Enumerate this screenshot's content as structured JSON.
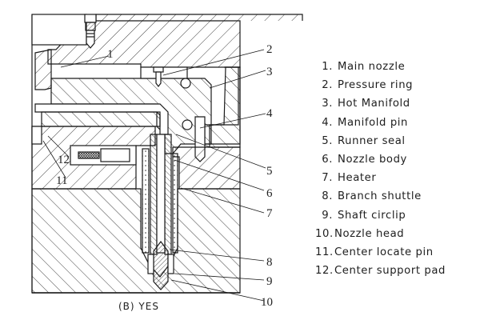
{
  "diagram": {
    "caption": "(B) YES",
    "callouts": [
      {
        "id": "1",
        "label": "1"
      },
      {
        "id": "2",
        "label": "2"
      },
      {
        "id": "3",
        "label": "3"
      },
      {
        "id": "4",
        "label": "4"
      },
      {
        "id": "5",
        "label": "5"
      },
      {
        "id": "6",
        "label": "6"
      },
      {
        "id": "7",
        "label": "7"
      },
      {
        "id": "8",
        "label": "8"
      },
      {
        "id": "9",
        "label": "9"
      },
      {
        "id": "10",
        "label": "10"
      },
      {
        "id": "11",
        "label": "11"
      },
      {
        "id": "12",
        "label": "12"
      }
    ],
    "line_color": "#1a1a1a",
    "heater_color": "#333333"
  },
  "legend": {
    "items": [
      {
        "number": "1.",
        "label": "Main nozzle"
      },
      {
        "number": "2.",
        "label": "Pressure ring"
      },
      {
        "number": "3.",
        "label": "Hot Manifold"
      },
      {
        "number": "4.",
        "label": "Manifold pin"
      },
      {
        "number": "5.",
        "label": "Runner seal"
      },
      {
        "number": "6.",
        "label": "Nozzle body"
      },
      {
        "number": "7.",
        "label": "Heater"
      },
      {
        "number": "8.",
        "label": "Branch shuttle"
      },
      {
        "number": "9.",
        "label": "Shaft circlip"
      },
      {
        "number": "10.",
        "label": "Nozzle head"
      },
      {
        "number": "11.",
        "label": "Center locate pin"
      },
      {
        "number": "12.",
        "label": "Center support pad"
      }
    ]
  }
}
